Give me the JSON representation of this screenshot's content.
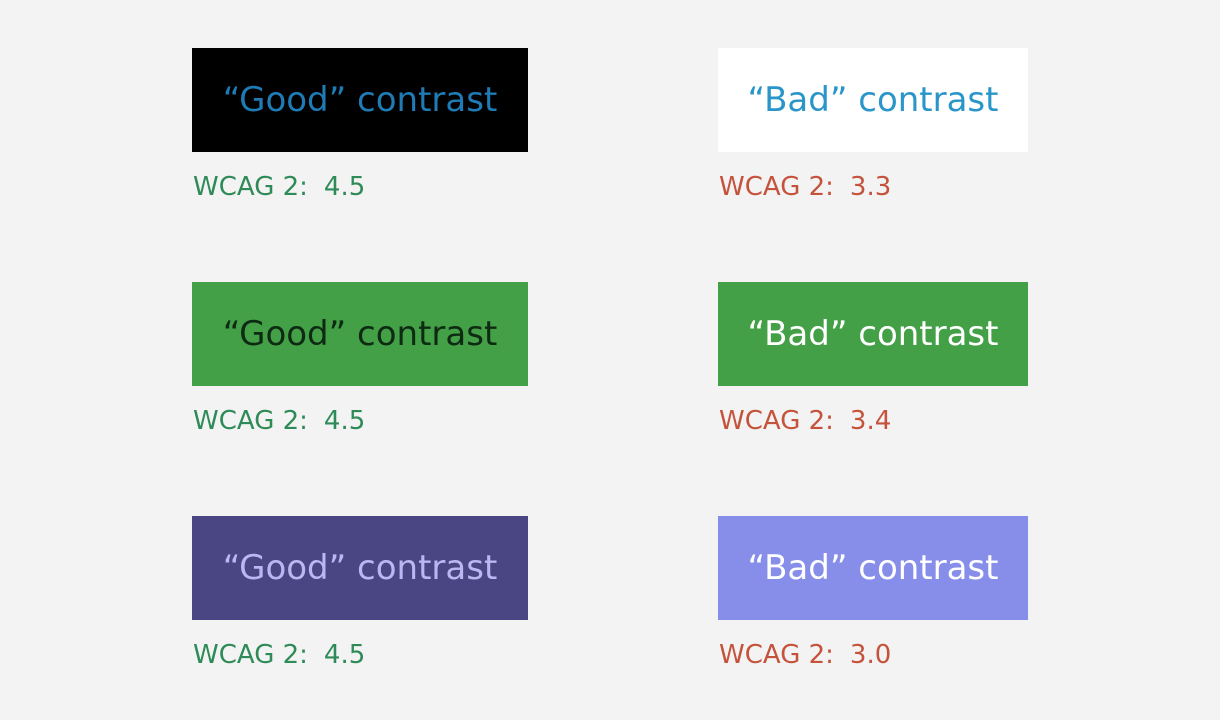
{
  "rows": [
    {
      "good": {
        "text": "“Good” contrast",
        "bg": "#000000",
        "fg": "#1f7bb5",
        "label": "WCAG 2:",
        "value": "4.5"
      },
      "bad": {
        "text": "“Bad” contrast",
        "bg": "#ffffff",
        "fg": "#2a95c9",
        "label": "WCAG 2:",
        "value": "3.3"
      }
    },
    {
      "good": {
        "text": "“Good” contrast",
        "bg": "#43a047",
        "fg": "#0e2a12",
        "label": "WCAG 2:",
        "value": "4.5"
      },
      "bad": {
        "text": "“Bad” contrast",
        "bg": "#43a047",
        "fg": "#ffffff",
        "label": "WCAG 2:",
        "value": "3.4"
      }
    },
    {
      "good": {
        "text": "“Good” contrast",
        "bg": "#4a4684",
        "fg": "#b9b8f0",
        "label": "WCAG 2:",
        "value": "4.5"
      },
      "bad": {
        "text": "“Bad” contrast",
        "bg": "#878ee9",
        "fg": "#ffffff",
        "label": "WCAG 2:",
        "value": "3.0"
      }
    }
  ],
  "colors": {
    "page_bg": "#f3f3f3",
    "good_score": "#2e8b57",
    "bad_score": "#c5533c"
  }
}
